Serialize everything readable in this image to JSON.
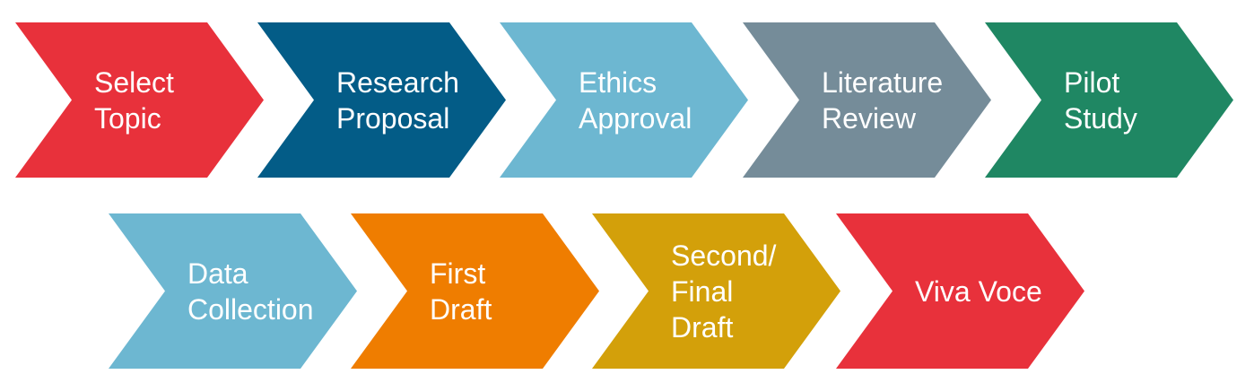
{
  "title": "Research process steps",
  "steps": [
    {
      "lines": [
        "Select",
        "Topic"
      ],
      "color": "#E8313B"
    },
    {
      "lines": [
        "Research",
        "Proposal"
      ],
      "color": "#035C87"
    },
    {
      "lines": [
        "Ethics",
        "Approval"
      ],
      "color": "#6DB7D1"
    },
    {
      "lines": [
        "Literature",
        "Review"
      ],
      "color": "#758C99"
    },
    {
      "lines": [
        "Pilot",
        "Study"
      ],
      "color": "#1F8763"
    },
    {
      "lines": [
        "Data",
        "Collection"
      ],
      "color": "#6DB7D1"
    },
    {
      "lines": [
        "First",
        "Draft"
      ],
      "color": "#EF7D00"
    },
    {
      "lines": [
        "Second/",
        "Final",
        "Draft"
      ],
      "color": "#D3A00A"
    },
    {
      "lines": [
        "Viva Voce"
      ],
      "color": "#E8313B"
    }
  ]
}
